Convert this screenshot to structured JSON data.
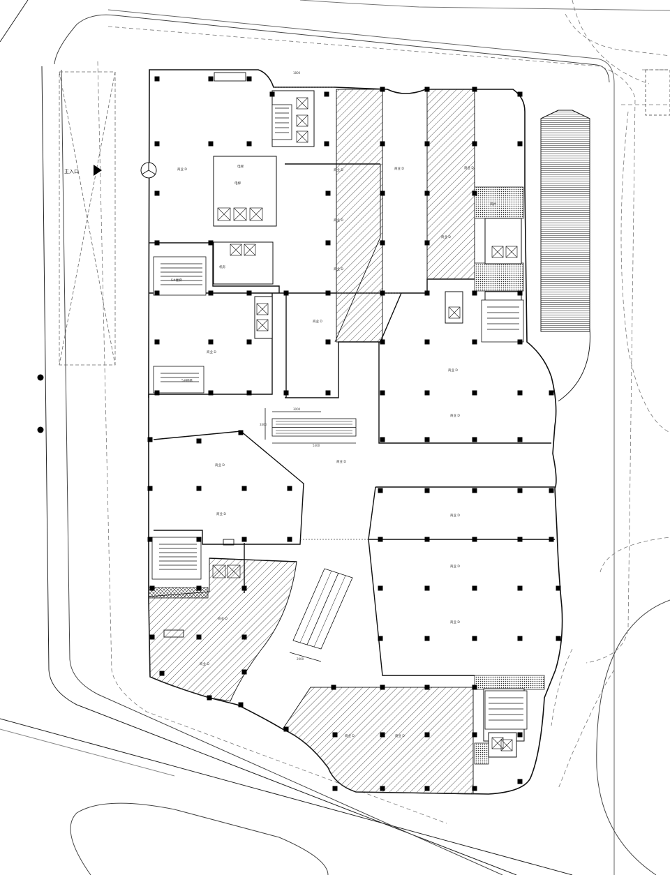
{
  "plan": {
    "entrance_label": "主入口",
    "stair_label_west": "5#楼梯",
    "stair_label_north": "5#楼梯",
    "dimension_top": "1800",
    "dimension_escalator_left": "3300",
    "dimension_escalator_right": "3000",
    "dimension_escalator_bottom": "5300",
    "dimension_escalator_south": "2000",
    "label_room_a": "电梯",
    "label_room_b": "电梯",
    "label_room_c": "机房",
    "label_room_d": "风井",
    "tenant_label": "商业 D"
  }
}
